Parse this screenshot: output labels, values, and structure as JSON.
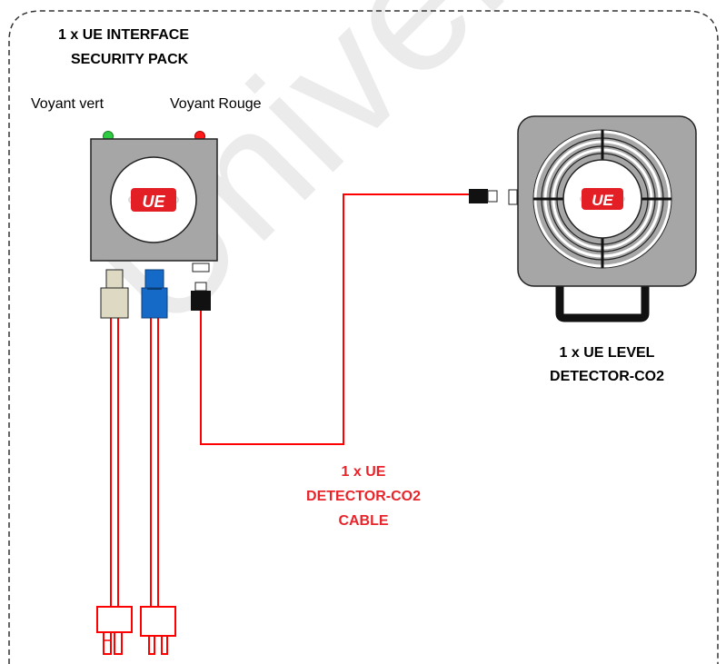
{
  "watermark": "Univers",
  "interface_pack": {
    "title_line1": "1 x UE INTERFACE",
    "title_line2": "SECURITY PACK",
    "led_green_label": "Voyant vert",
    "led_red_label": "Voyant Rouge",
    "logo_text": "UE"
  },
  "detector": {
    "title_line1": "1 x UE LEVEL",
    "title_line2": "DETECTOR-CO2",
    "logo_text": "UE"
  },
  "cable": {
    "line1": "1 x UE",
    "line2": "DETECTOR-CO2",
    "line3": "CABLE"
  },
  "colors": {
    "cable_red": "#ff0000",
    "label_red": "#e8242a",
    "box_gray": "#a6a6a6",
    "logo_red": "#e31e24",
    "connector_blue": "#1569c7",
    "connector_beige": "#ddd9c3",
    "led_green": "#2ecc40",
    "led_red": "#ff1a1a"
  }
}
